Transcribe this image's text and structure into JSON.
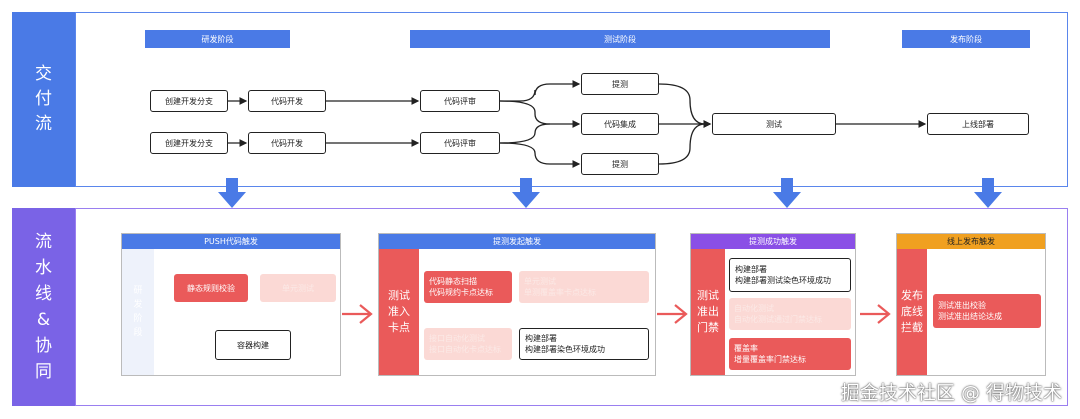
{
  "side_labels": {
    "delivery": "交付流",
    "pipeline": "流水线&协同"
  },
  "stages": {
    "dev": "研发阶段",
    "test": "测试阶段",
    "release": "发布阶段"
  },
  "flow": {
    "create_branch_1": "创建开发分支",
    "create_branch_2": "创建开发分支",
    "code_dev_1": "代码开发",
    "code_dev_2": "代码开发",
    "code_review_1": "代码评审",
    "code_review_2": "代码评审",
    "submit_test_1": "提测",
    "code_integration": "代码集成",
    "submit_test_2": "提测",
    "test": "测试",
    "deploy": "上线部署"
  },
  "cards": {
    "push": {
      "header": "PUSH代码触发",
      "label": "研发阶段",
      "items": {
        "static_check": "静态规则校验",
        "pale": "单元测试",
        "container": "容器构建"
      },
      "colors": {
        "header": "#4a7ae6"
      }
    },
    "submit": {
      "header": "提测发起触发",
      "label": "测试准入卡点",
      "items": {
        "scan_1": "代码静态扫描",
        "scan_2": "代码规约卡点达标",
        "pale_a1": "单元测试",
        "pale_a2": "单测覆盖率卡点达标",
        "pale_b1": "接口自动化测试",
        "pale_b2": "接口自动化卡点达标",
        "deploy_1": "构建部署",
        "deploy_2": "构建部署染色环境成功"
      },
      "colors": {
        "header": "#4a7ae6"
      }
    },
    "success": {
      "header": "提测成功触发",
      "label": "测试准出门禁",
      "items": {
        "deploy_1": "构建部署",
        "deploy_2": "构建部署测试染色环境成功",
        "pale_1": "自动化测试",
        "pale_2": "自动化测试通过门禁达标",
        "coverage_1": "覆盖率",
        "coverage_2": "增量覆盖率门禁达标"
      },
      "colors": {
        "header": "#8a4fe6"
      }
    },
    "release": {
      "header": "线上发布触发",
      "label": "发布底线拦截",
      "items": {
        "check_1": "测试准出校验",
        "check_2": "测试准出结论达成"
      },
      "colors": {
        "header": "#f0a020"
      }
    }
  },
  "watermark": "掘金技术社区 @ 得物技术",
  "colors": {
    "blue": "#4a7ae6",
    "purple": "#7a63e6",
    "red": "#ea5a5a",
    "pale_red": "#fbd9d5"
  }
}
